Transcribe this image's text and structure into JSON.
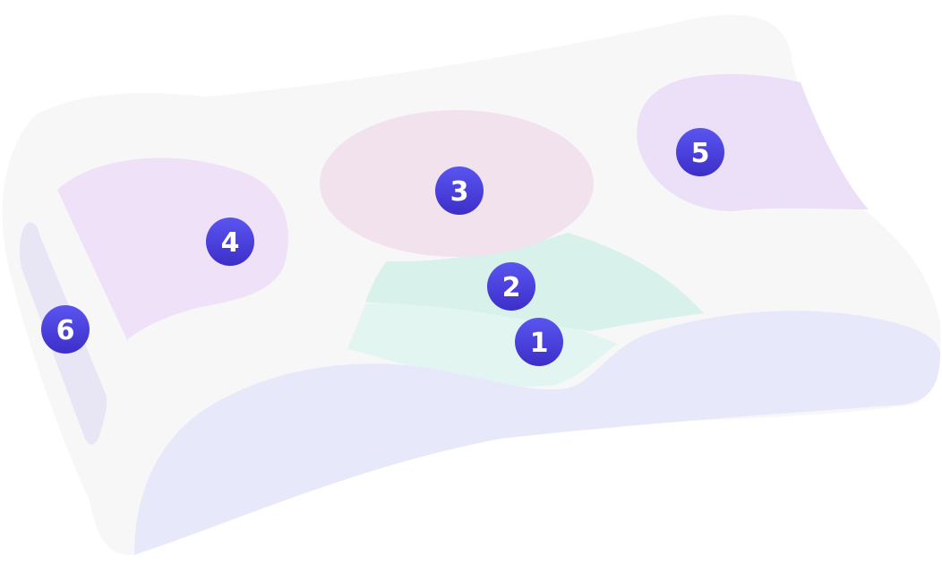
{
  "diagram": {
    "colors": {
      "pillow_base": "#f7f7f8",
      "side_strip": "#e8e6f4",
      "front_roll": "#e7e9fb",
      "zone_1": "#e2f5f0",
      "zone_2": "#d8f1ea",
      "zone_3": "#f2e2ee",
      "zone_4": "#efe2f8",
      "zone_5": "#ece0f8",
      "badge_top": "#5a55f0",
      "badge_bottom": "#3d2ec9",
      "badge_text": "#ffffff"
    },
    "badges": [
      {
        "label": "1"
      },
      {
        "label": "2"
      },
      {
        "label": "3"
      },
      {
        "label": "4"
      },
      {
        "label": "5"
      },
      {
        "label": "6"
      }
    ]
  }
}
